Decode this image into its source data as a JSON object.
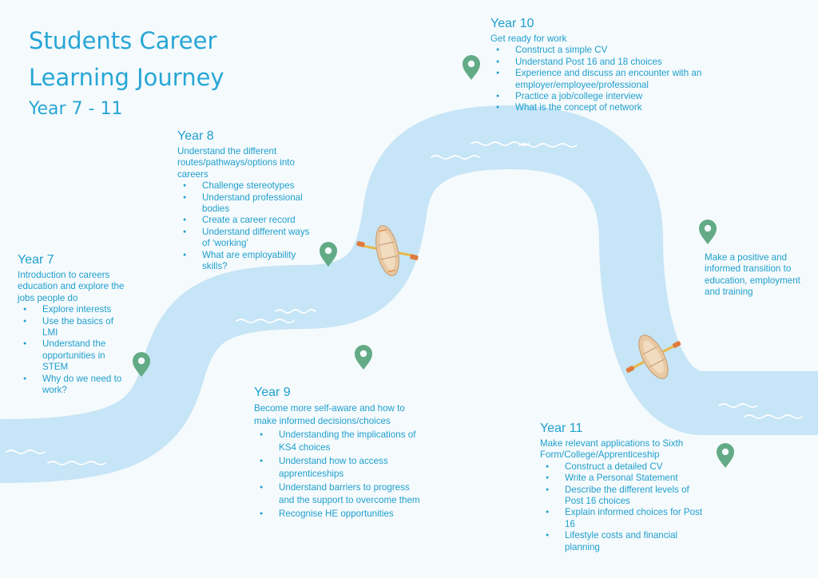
{
  "title": {
    "line1": "Students Career",
    "line2": "Learning Journey",
    "subtitle": "Year 7 - 11"
  },
  "colors": {
    "background": "#f5fafc",
    "river": "#c6e5f6",
    "text": "#1e9fce",
    "pin": "#62ab86",
    "boat": "#e8c9a3"
  },
  "years": {
    "year7": {
      "heading": "Year 7",
      "intro": "Introduction to careers education and explore the jobs people do",
      "items": [
        "Explore interests",
        "Use the basics of LMI",
        "Understand the opportunities in STEM",
        "Why do we need to work?"
      ]
    },
    "year8": {
      "heading": "Year 8",
      "intro": "Understand the different routes/pathways/options into careers",
      "items": [
        "Challenge stereotypes",
        "Understand professional bodies",
        "Create a career record",
        "Understand different ways of ‘working’",
        "What are  employability skills?"
      ]
    },
    "year9": {
      "heading": "Year 9",
      "intro": "Become more self-aware and how to make informed decisions/choices",
      "items": [
        "Understanding the implications of KS4 choices",
        "Understand how to access apprenticeships",
        "Understand barriers to progress and the  support to overcome them",
        "Recognise HE opportunities"
      ]
    },
    "year10": {
      "heading": "Year 10",
      "intro": "Get ready for work",
      "items": [
        "Construct a simple CV",
        "Understand Post 16 and 18 choices",
        "Experience and discuss an encounter with an employer/employee/professional",
        "Practice a job/college interview",
        "What is the concept of network"
      ]
    },
    "year11": {
      "heading": "Year 11",
      "intro": "Make relevant applications to Sixth Form/College/Apprenticeship",
      "items": [
        "Construct a detailed CV",
        "Write a Personal Statement",
        "Describe the different levels of Post 16 choices",
        "Explain informed choices for Post 16",
        "Lifestyle costs and financial planning"
      ]
    }
  },
  "destination": {
    "text": "Make a positive and informed transition to education, employment and training"
  },
  "icons": {
    "pin": "map-pin-icon",
    "boat": "rowing-boat-icon",
    "waves": "wave-lines"
  }
}
